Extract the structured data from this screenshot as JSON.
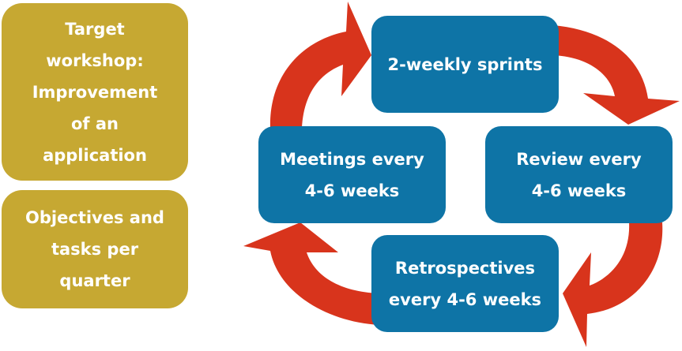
{
  "side_panels": {
    "target": "Target\nworkshop:\nImprovement\nof an\napplication",
    "objectives": "Objectives and\ntasks per\nquarter"
  },
  "cycle": {
    "sprints": "2-weekly sprints",
    "review": "Review every\n4-6 weeks",
    "retrospectives": "Retrospectives\nevery 4-6 weeks",
    "meetings": "Meetings every\n4-6 weeks"
  },
  "colors": {
    "gold": "#c6a832",
    "blue": "#0e74a6",
    "arrow": "#d8341c",
    "text": "#ffffff"
  }
}
